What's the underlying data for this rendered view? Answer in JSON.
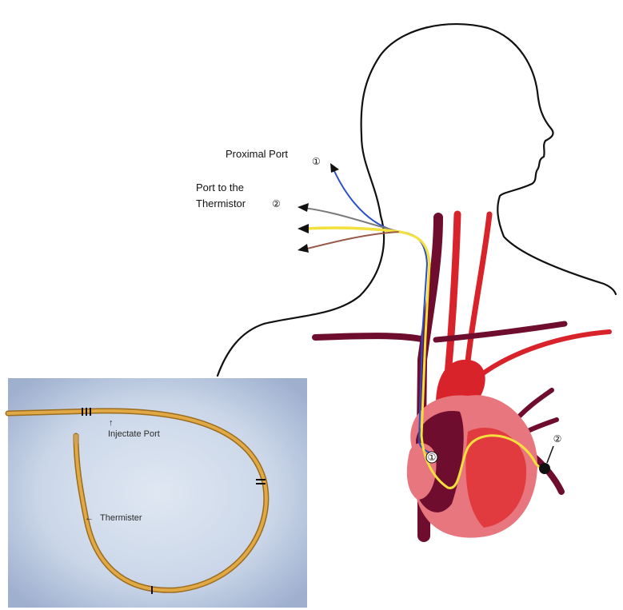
{
  "labels": {
    "proximal_port": "Proximal Port",
    "proximal_port_num": "①",
    "thermistor_port_line1": "Port to the",
    "thermistor_port_line2": "Thermistor",
    "thermistor_port_num": "②"
  },
  "heart_markers": {
    "marker_1": "①",
    "marker_2": "②"
  },
  "photo": {
    "injectate_port": "Injectate Port",
    "injectate_arrow": "↑",
    "thermister": "Thermister",
    "thermister_arrow": "←"
  },
  "colors": {
    "skin_outline": "#111111",
    "artery": "#d9232b",
    "vein": "#6e0d2e",
    "heart_light": "#e8767e",
    "heart_mid": "#e23b3f",
    "catheter_yellow": "#f3e03c",
    "catheter_blue": "#2b4fc9",
    "catheter_gray": "#7b7b7b",
    "catheter_brown": "#9a5a4a",
    "photo_background": "#cdd9ea",
    "catheter_photo": "#e0a945"
  }
}
